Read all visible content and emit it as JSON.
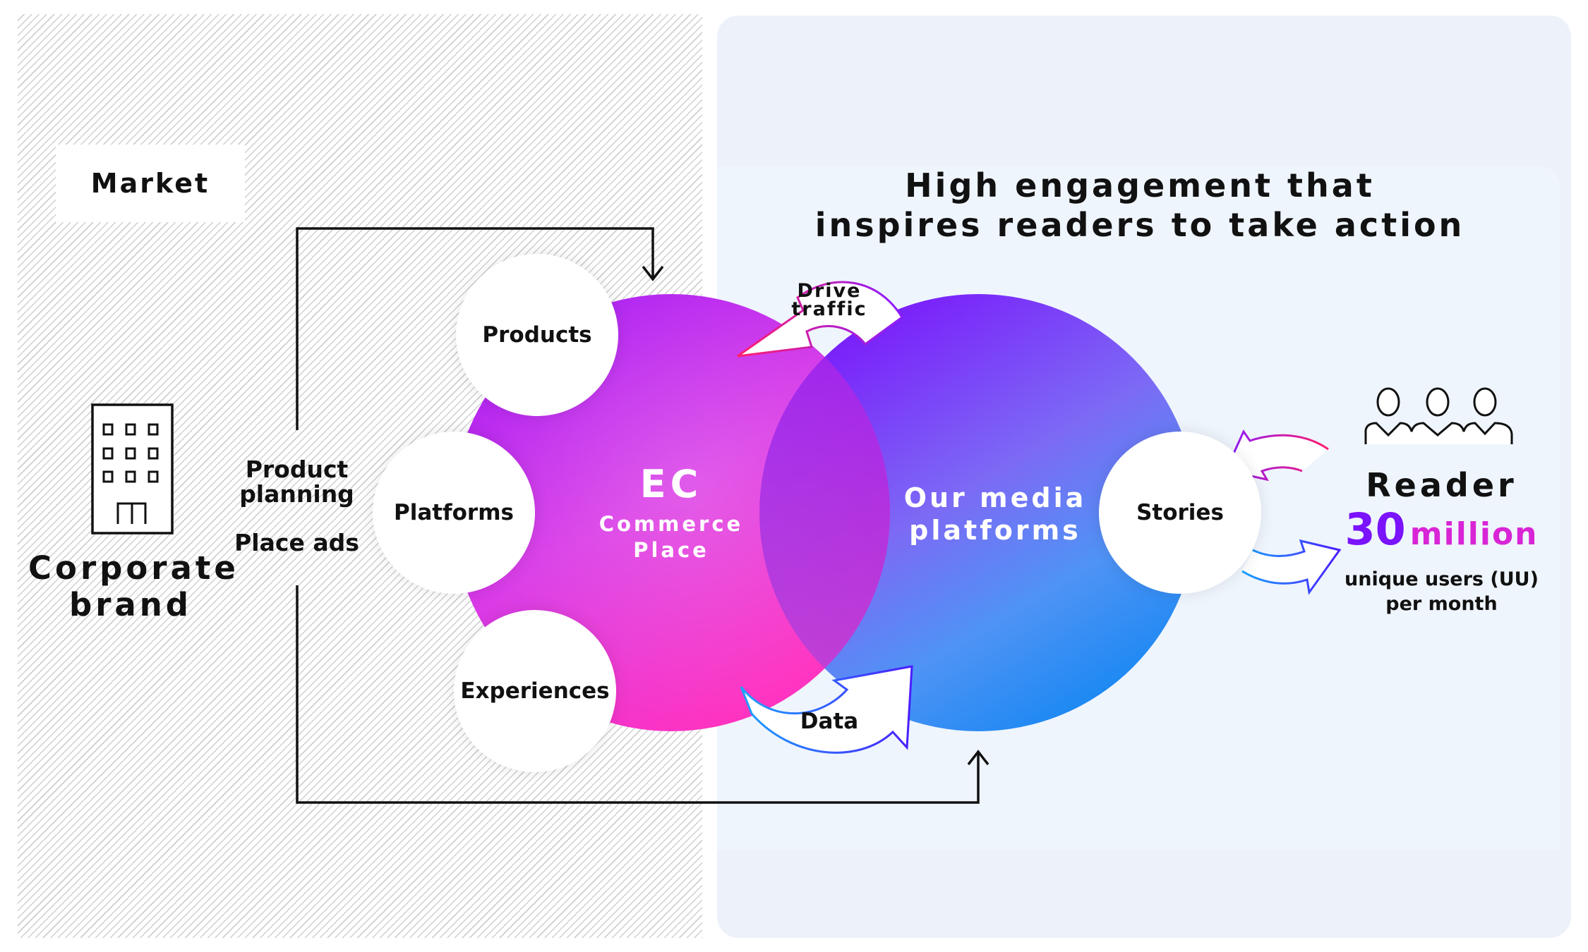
{
  "left_section": {
    "market_label": "Market",
    "corporate_brand": [
      "Corporate",
      "brand"
    ],
    "actions": {
      "product_planning": [
        "Product",
        "planning"
      ],
      "place_ads": "Place ads"
    }
  },
  "right_section": {
    "headline": [
      "High engagement that",
      "inspires readers to take action"
    ]
  },
  "ec_circle": {
    "title": "EC",
    "subtitle": [
      "Commerce",
      "Place"
    ],
    "satellites": [
      "Products",
      "Platforms",
      "Experiences"
    ]
  },
  "media_circle": {
    "title": [
      "Our media",
      "platforms"
    ],
    "satellite": "Stories"
  },
  "flows": {
    "drive_traffic": [
      "Drive",
      "traffic"
    ],
    "data": "Data"
  },
  "reader": {
    "label": "Reader",
    "count_number": "30",
    "count_unit": "million",
    "description": [
      "unique users (UU)",
      "per month"
    ]
  },
  "icons": {
    "building": "building-icon",
    "people": "people-group-icon"
  },
  "colors": {
    "ec_gradient_start": "#a21cf5",
    "ec_gradient_end": "#ff2fbf",
    "media_gradient_start": "#7b1cff",
    "media_gradient_end": "#1a8cf5",
    "accent_purple": "#8a1cff",
    "accent_magenta": "#e62ad6",
    "panel_bg": "#edf2fa"
  }
}
